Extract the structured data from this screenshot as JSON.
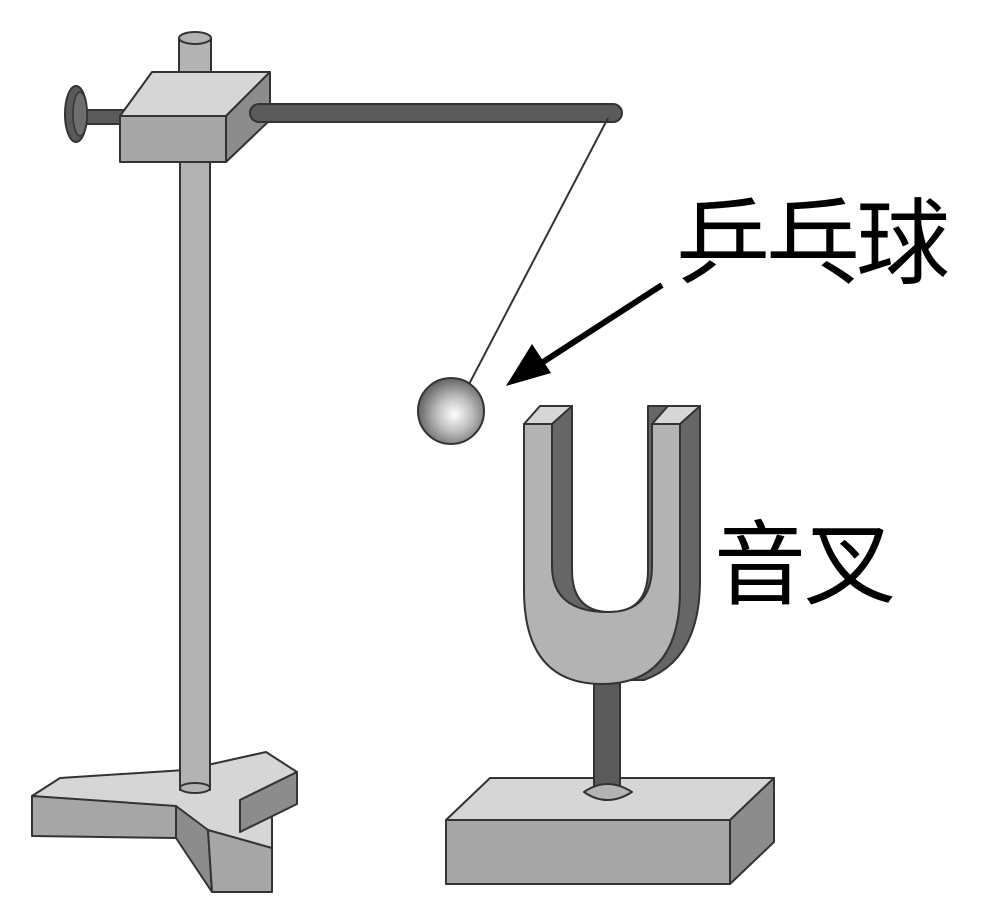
{
  "labels": {
    "ball": "乒乓球",
    "fork": "音叉"
  },
  "colors": {
    "outline": "#333333",
    "metal_light": "#b3b3b3",
    "metal_mid": "#999999",
    "metal_dark": "#666666",
    "rod_dark": "#5a5a5a",
    "base_top": "#d6d6d6",
    "base_front": "#a6a6a6",
    "base_side": "#8c8c8c"
  },
  "icons": [
    "ring-stand",
    "ping-pong-ball",
    "tuning-fork",
    "arrow"
  ]
}
